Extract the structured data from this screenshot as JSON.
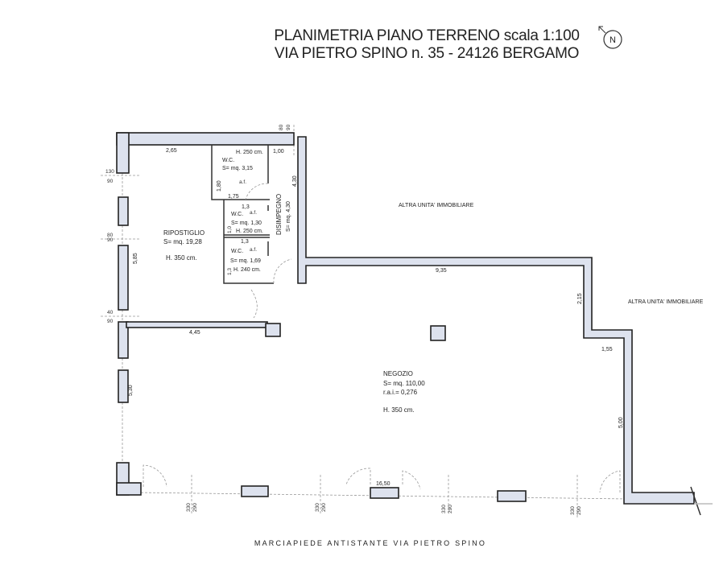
{
  "header": {
    "title_line1": "PLANIMETRIA PIANO TERRENO  scala 1:100",
    "title_line2": "VIA PIETRO SPINO n. 35   -   24126 BERGAMO",
    "north_label": "N"
  },
  "rooms": {
    "ripostiglio": {
      "name": "RIPOSTIGLIO",
      "area": "S= mq. 19,28",
      "height": "H. 350 cm."
    },
    "wc1": {
      "name": "W.C.",
      "area": "S= mq. 3,15",
      "height": "H. 250 cm.",
      "fixture": "a.f."
    },
    "wc2": {
      "name": "W.C.",
      "area": "S= mq. 1,30",
      "height": "H. 250 cm.",
      "fixture": "a.f."
    },
    "wc3": {
      "name": "W.C.",
      "area": "S= mq. 1,69",
      "height": "H. 240 cm.",
      "fixture": "a.f."
    },
    "disimpegno": {
      "name": "DISIMPEGNO",
      "area": "S= mq. 4,30"
    },
    "negozio": {
      "name": "NEGOZIO",
      "area": "S= mq. 110,00",
      "rai": "r.a.i.= 0,276",
      "height": "H. 350 cm."
    },
    "other1": "ALTRA UNITA' IMMOBILIARE",
    "other2": "ALTRA UNITA' IMMOBILIARE"
  },
  "dimensions": {
    "d265": "2,65",
    "d100": "1,00",
    "d180": "1,80",
    "d175": "1,75",
    "d430": "4,30",
    "d13a": "1,3",
    "d13b": "1,3",
    "d10": "1,0",
    "d13c": "1,3",
    "d585": "5,85",
    "d445": "4,45",
    "d935": "9,35",
    "d215": "2,15",
    "d155": "1,55",
    "d530": "5,30",
    "d500": "5,00",
    "d1650": "16,50",
    "win_top": [
      "80",
      "90"
    ],
    "win_left": [
      [
        "130",
        "90"
      ],
      [
        "80",
        "90"
      ],
      [
        "40",
        "90"
      ]
    ],
    "win_bottom": [
      [
        "330",
        "290"
      ],
      [
        "330",
        "290"
      ],
      [
        "330",
        "290"
      ],
      [
        "330",
        "290"
      ]
    ]
  },
  "footer": {
    "street": "MARCIAPIEDE ANTISTANTE VIA PIETRO SPINO"
  }
}
